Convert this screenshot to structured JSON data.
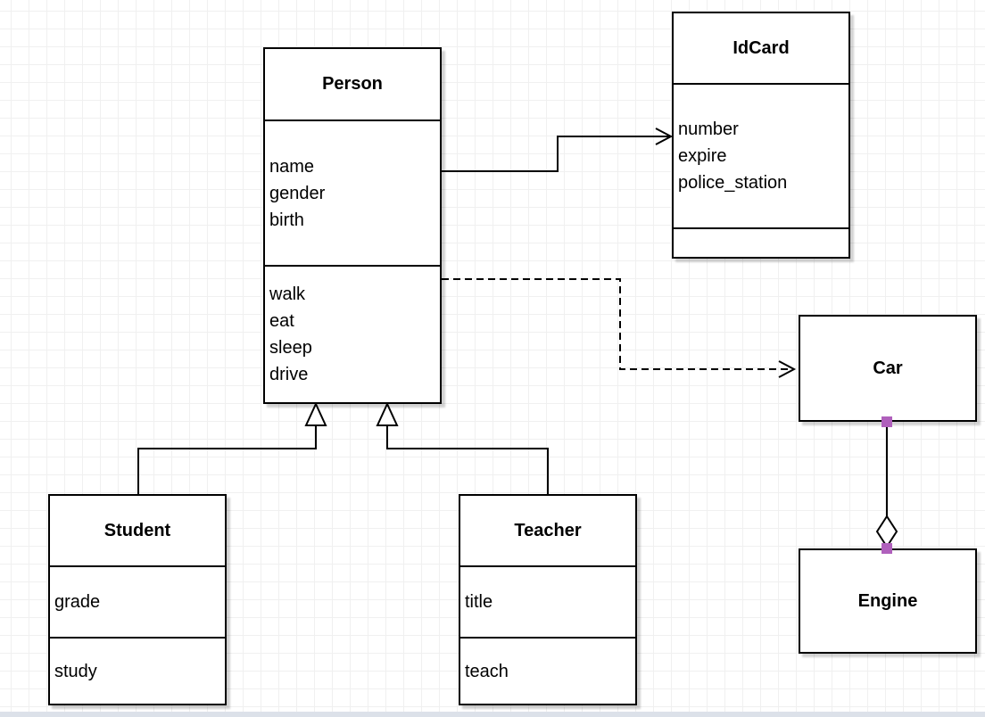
{
  "classes": {
    "person": {
      "title": "Person",
      "attributes": [
        "name",
        "gender",
        "birth"
      ],
      "methods": [
        "walk",
        "eat",
        "sleep",
        "drive"
      ]
    },
    "idcard": {
      "title": "IdCard",
      "attributes": [
        "number",
        "expire",
        "police_station"
      ],
      "methods": []
    },
    "car": {
      "title": "Car"
    },
    "engine": {
      "title": "Engine"
    },
    "student": {
      "title": "Student",
      "attributes": [
        "grade"
      ],
      "methods": [
        "study"
      ]
    },
    "teacher": {
      "title": "Teacher",
      "attributes": [
        "title"
      ],
      "methods": [
        "teach"
      ]
    }
  },
  "relationships": [
    {
      "from": "Person",
      "to": "IdCard",
      "type": "directed association",
      "line": "solid",
      "arrow": "open"
    },
    {
      "from": "Person",
      "to": "Car",
      "type": "dependency",
      "line": "dashed",
      "arrow": "open"
    },
    {
      "from": "Student",
      "to": "Person",
      "type": "generalization",
      "line": "solid",
      "arrow": "hollow-triangle"
    },
    {
      "from": "Teacher",
      "to": "Person",
      "type": "generalization",
      "line": "solid",
      "arrow": "hollow-triangle"
    },
    {
      "from": "Car",
      "to": "Engine",
      "type": "aggregation",
      "line": "solid",
      "arrow": "hollow-diamond"
    }
  ],
  "colors": {
    "stroke": "#000000",
    "shape_fill": "#ffffff",
    "grid_line": "#f0f0f0",
    "endpoint_handle": "#b060bc",
    "canvas_edge_strip": "#dce1e9"
  }
}
